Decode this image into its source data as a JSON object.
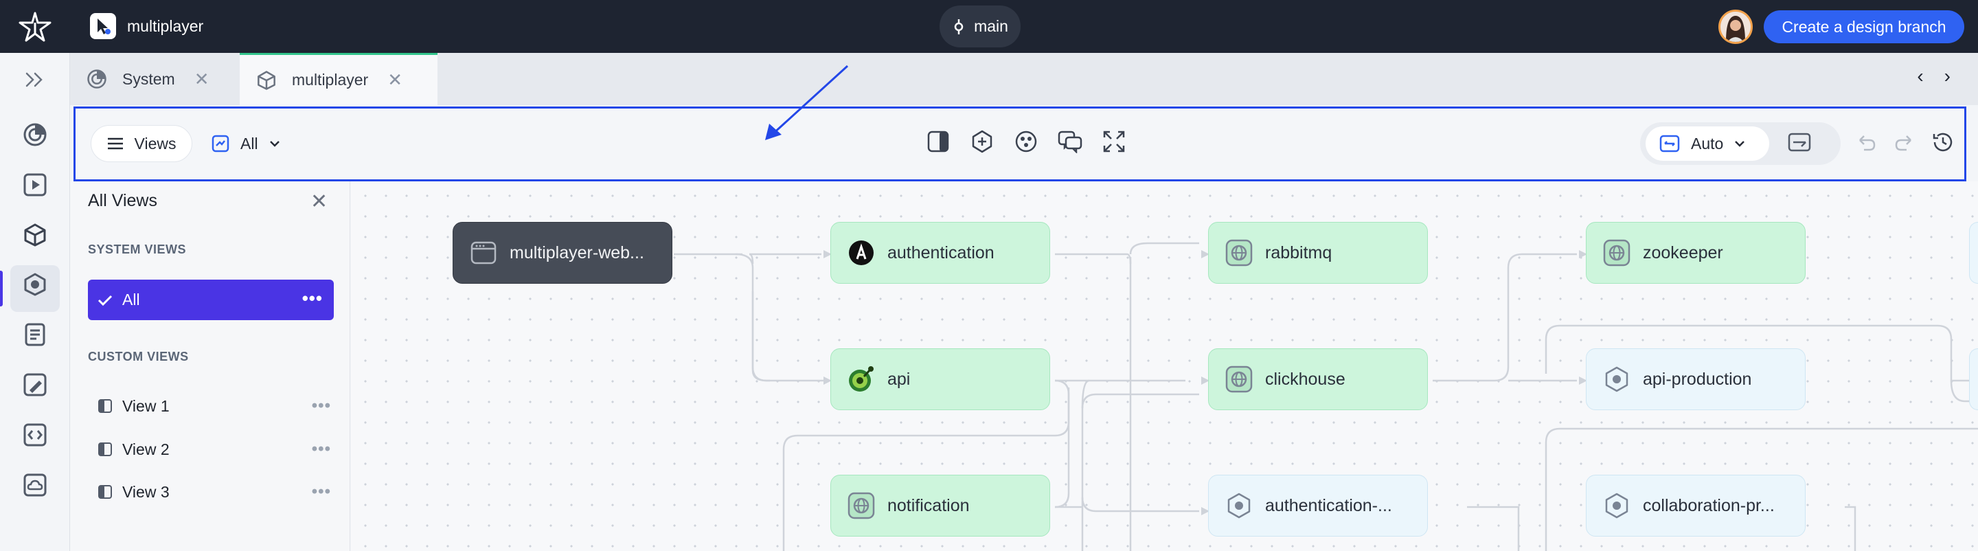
{
  "topbar": {
    "project_name": "multiplayer",
    "branch_name": "main",
    "design_branch_label": "Create a design branch"
  },
  "tabs": [
    {
      "label": "System",
      "icon": "gauge-icon",
      "active": false
    },
    {
      "label": "multiplayer",
      "icon": "cube-icon",
      "active": true
    }
  ],
  "toolbar": {
    "views_label": "Views",
    "filter_label": "All",
    "layout_label": "Auto"
  },
  "panel": {
    "title": "All Views",
    "system_views_label": "SYSTEM VIEWS",
    "system_views": [
      {
        "label": "All",
        "selected": true
      }
    ],
    "custom_views_label": "CUSTOM VIEWS",
    "custom_views": [
      {
        "label": "View 1"
      },
      {
        "label": "View 2"
      },
      {
        "label": "View 3"
      }
    ]
  },
  "nodes": [
    {
      "label": "multiplayer-web...",
      "kind": "web-app-icon",
      "style": "dark"
    },
    {
      "label": "authentication",
      "kind": "auth0-icon",
      "style": "green"
    },
    {
      "label": "api",
      "kind": "api-icon",
      "style": "green"
    },
    {
      "label": "notification",
      "kind": "globe-icon",
      "style": "green"
    },
    {
      "label": "rabbitmq",
      "kind": "globe-icon",
      "style": "green"
    },
    {
      "label": "clickhouse",
      "kind": "globe-icon",
      "style": "green"
    },
    {
      "label": "authentication-...",
      "kind": "hexagon-icon",
      "style": "blue"
    },
    {
      "label": "zookeeper",
      "kind": "globe-icon",
      "style": "green"
    },
    {
      "label": "api-production",
      "kind": "hexagon-icon",
      "style": "blue"
    },
    {
      "label": "collaboration-pr...",
      "kind": "hexagon-icon",
      "style": "blue"
    }
  ],
  "colors": {
    "topbar": "#1e2431",
    "accent": "#4a34e4",
    "primary_button": "#2f62f2",
    "tab_active_border": "#33c58c",
    "annotation": "#2347e8",
    "node_green": "#cdf5dc",
    "node_blue": "#ebf6fc",
    "node_dark": "#464c57"
  }
}
